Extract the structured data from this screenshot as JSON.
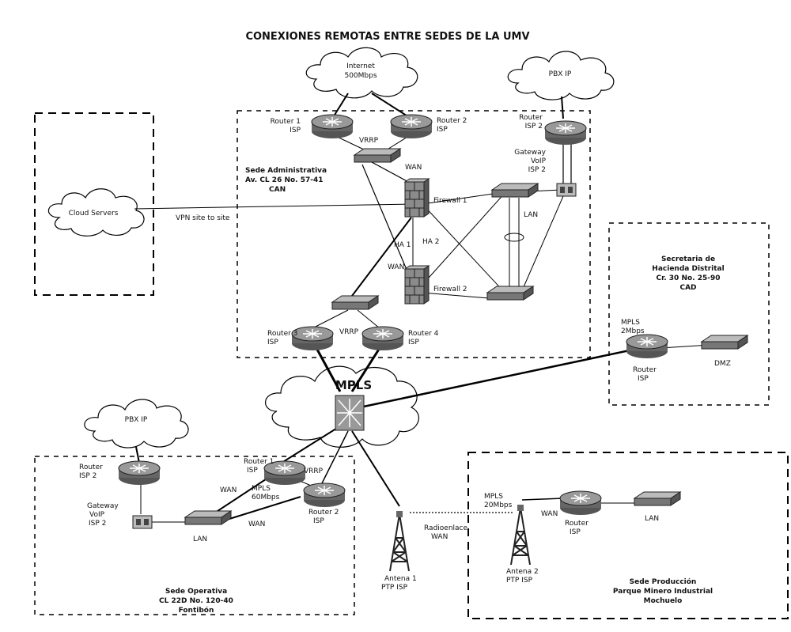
{
  "title": "CONEXIONES REMOTAS ENTRE SEDES DE LA UMV",
  "clouds": {
    "internet_l1": "Internet",
    "internet_l2": "500Mbps",
    "pbx_top": "PBX IP",
    "cloud_servers": "Cloud Servers",
    "mpls": "MPLS",
    "pbx_left": "PBX IP"
  },
  "sede_admin": {
    "name_l1": "Sede Administrativa",
    "name_l2": "Av. CL 26 No. 57-41",
    "name_l3": "CAN",
    "router1_l1": "Router 1",
    "router1_l2": "ISP",
    "router2_l1": "Router 2",
    "router2_l2": "ISP",
    "router_isp2_l1": "Router",
    "router_isp2_l2": "ISP 2",
    "gateway_l1": "Gateway",
    "gateway_l2": "VoIP",
    "gateway_l3": "ISP 2",
    "vrrp_top": "VRRP",
    "wan_top": "WAN",
    "firewall1": "Firewall 1",
    "firewall2": "Firewall 2",
    "ha1": "HA 1",
    "ha2": "HA 2",
    "wan_mid": "WAN",
    "lan": "LAN",
    "router3_l1": "Router 3",
    "router3_l2": "ISP",
    "router4_l1": "Router 4",
    "router4_l2": "ISP",
    "vrrp_bottom": "VRRP"
  },
  "vpn_label": "VPN site to site",
  "hacienda": {
    "name_l1": "Secretaria de",
    "name_l2": "Hacienda Distrital",
    "name_l3": "Cr. 30 No. 25-90",
    "name_l4": "CAD",
    "mpls_l1": "MPLS",
    "mpls_l2": "2Mbps",
    "router_l1": "Router",
    "router_l2": "ISP",
    "dmz": "DMZ"
  },
  "sede_operativa": {
    "router_isp2_l1": "Router",
    "router_isp2_l2": "ISP 2",
    "gateway_l1": "Gateway",
    "gateway_l2": "VoIP",
    "gateway_l3": "ISP 2",
    "router1_l1": "Router 1",
    "router1_l2": "ISP",
    "vrrp": "VRRP",
    "wan1": "WAN",
    "mpls_l1": "MPLS",
    "mpls_l2": "60Mbps",
    "wan2": "WAN",
    "router2_l1": "Router 2",
    "router2_l2": "ISP",
    "lan": "LAN",
    "name_l1": "Sede Operativa",
    "name_l2": "CL 22D No. 120-40",
    "name_l3": "Fontibón"
  },
  "sede_produccion": {
    "antena1_l1": "Antena 1",
    "antena1_l2": "PTP ISP",
    "radioenlace_l1": "Radioenlace",
    "radioenlace_l2": "WAN",
    "mpls_l1": "MPLS",
    "mpls_l2": "20Mbps",
    "antena2_l1": "Antena 2",
    "antena2_l2": "PTP ISP",
    "wan": "WAN",
    "router_l1": "Router",
    "router_l2": "ISP",
    "lan": "LAN",
    "name_l1": "Sede Producción",
    "name_l2": "Parque Minero Industrial",
    "name_l3": "Mochuelo"
  }
}
